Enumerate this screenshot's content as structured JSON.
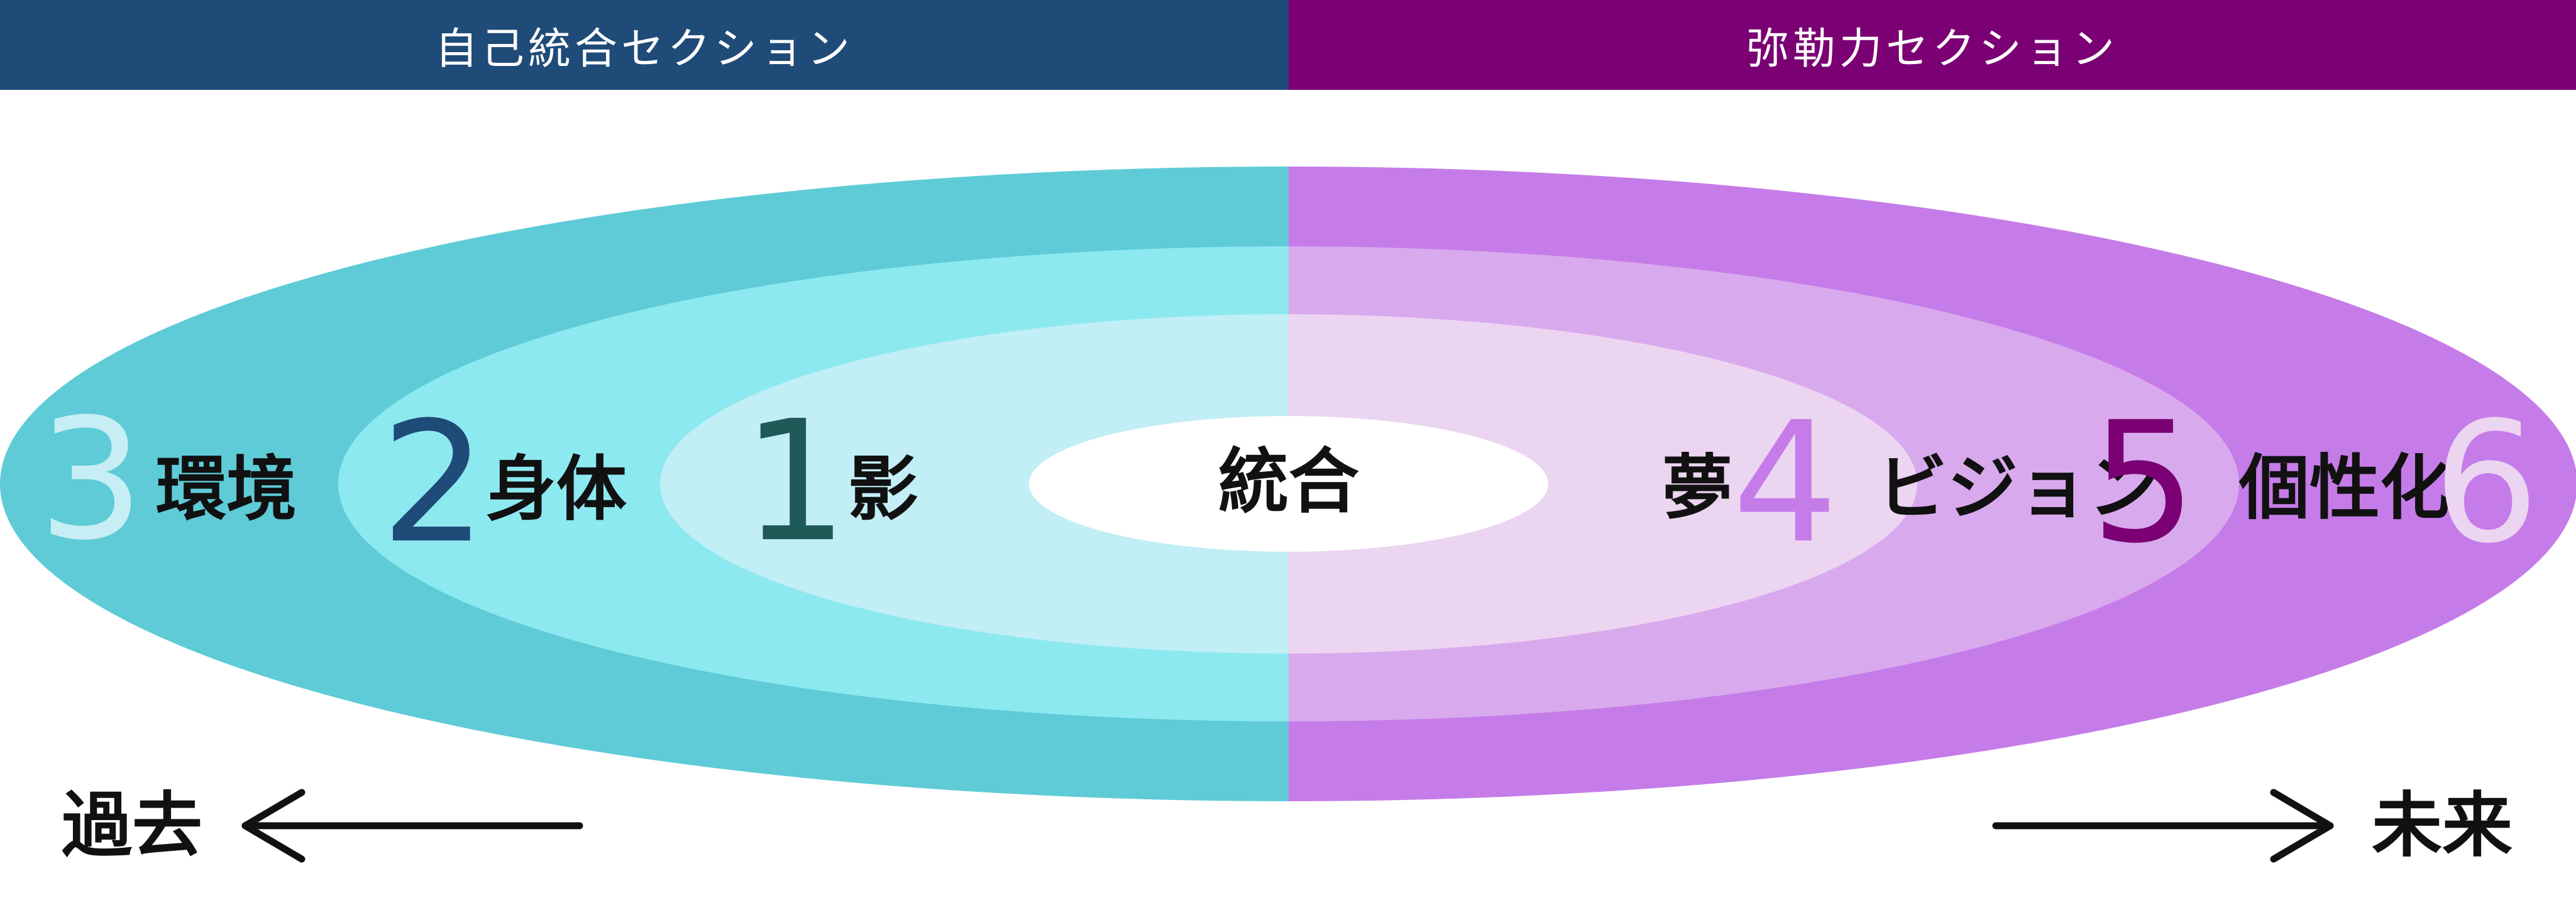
{
  "sections": {
    "left": {
      "label": "自己統合セクション",
      "color": "#1f4b78"
    },
    "right": {
      "label": "弥勒力セクション",
      "color": "#7a0073"
    }
  },
  "rings": [
    {
      "number": "3",
      "label": "環境",
      "number_color": "#c7eef4",
      "left_fill": "#5ecbd7",
      "right_fill": "#c57ce8"
    },
    {
      "number": "2",
      "label": "身体",
      "number_color": "#1f4b78",
      "left_fill": "#8de9f0",
      "right_fill": "#d9a9ee"
    },
    {
      "number": "1",
      "label": "影",
      "number_color": "#1f5a58",
      "left_fill": "#c2eef6",
      "right_fill": "#ecd5f0"
    },
    {
      "number": "4",
      "label": "夢",
      "number_color": "#c57ce8"
    },
    {
      "number": "5",
      "label": "ビジョン",
      "number_color": "#7a0073"
    },
    {
      "number": "6",
      "label": "個性化",
      "number_color": "#ecd5f0"
    }
  ],
  "center": {
    "label": "統合",
    "fill": "#ffffff"
  },
  "timeline": {
    "past": "過去",
    "future": "未来"
  }
}
